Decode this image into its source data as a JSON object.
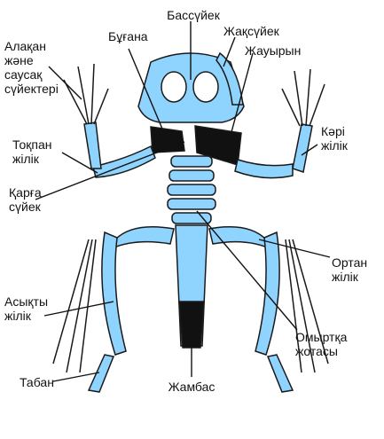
{
  "colors": {
    "bone": "#8fd3ff",
    "dark": "#111111",
    "outline": "#1a1a1a",
    "leader": "#111111"
  },
  "labels": {
    "skull": "Бассүйек",
    "jaw": "Жақсүйек",
    "scapula": "Жауырын",
    "clavicle": "Бұғана",
    "hand": [
      "Алақан",
      "және",
      "саусақ",
      "сүйектері"
    ],
    "humerus": [
      "Тоқпан",
      "жілік"
    ],
    "coracoid": [
      "Қарға",
      "сүйек"
    ],
    "radius": [
      "Кәрі",
      "жілік"
    ],
    "tibia": [
      "Асықты",
      "жілік"
    ],
    "femur": [
      "Ортан",
      "жілік"
    ],
    "foot": "Табан",
    "pelvis": "Жамбас",
    "spine": [
      "Омыртқа",
      "жотасы"
    ]
  }
}
